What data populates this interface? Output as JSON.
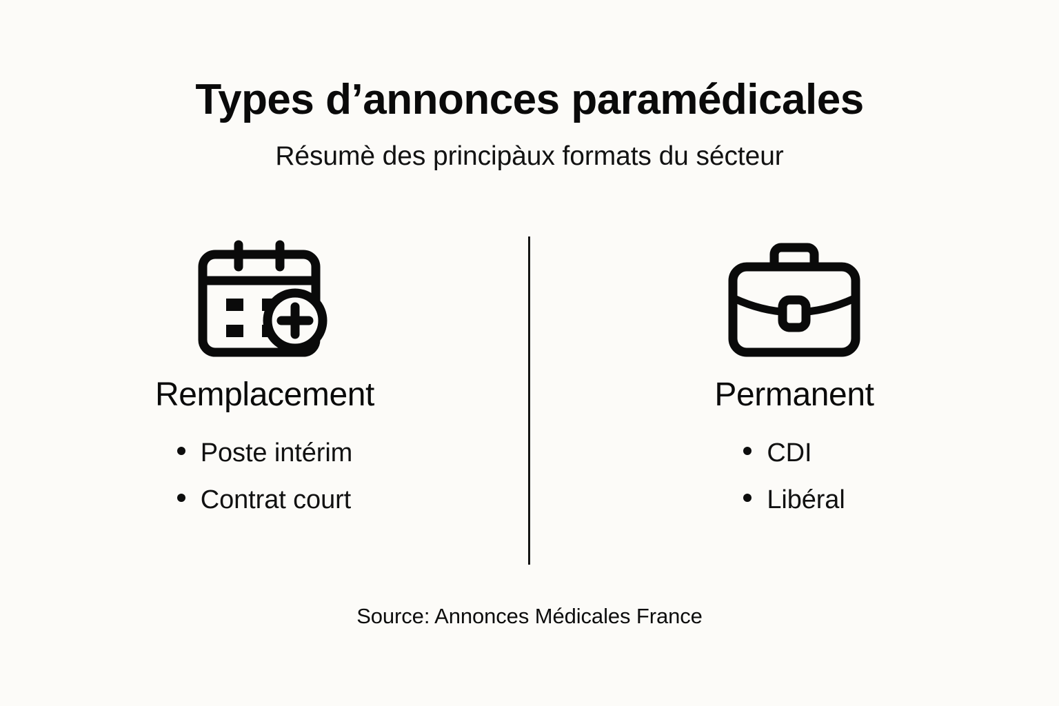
{
  "header": {
    "title": "Types d’annonces paramédicales",
    "subtitle": "Résumè des principàux formats du sécteur"
  },
  "columns": [
    {
      "icon": "calendar-plus-icon",
      "heading": "Remplacement",
      "bullets": [
        "Poste intérim",
        "Contrat court"
      ]
    },
    {
      "icon": "briefcase-icon",
      "heading": "Permanent",
      "bullets": [
        "CDI",
        "Libéral"
      ]
    }
  ],
  "footer": {
    "source": "Source: Annonces Médicales France"
  },
  "colors": {
    "background": "#FCFBF8",
    "text": "#0D0D0D",
    "icon_stroke": "#0A0A0A",
    "divider": "#141414"
  }
}
